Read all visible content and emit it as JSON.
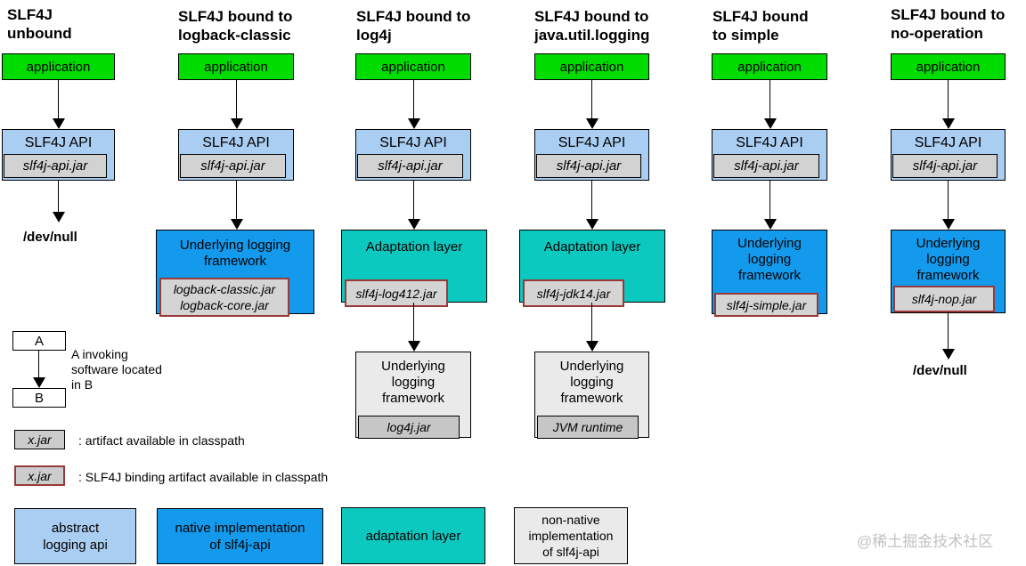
{
  "columns": [
    {
      "title": "SLF4J\nunbound",
      "application": "application",
      "api": "SLF4J API",
      "api_jar": "slf4j-api.jar",
      "sink": "/dev/null"
    },
    {
      "title": "SLF4J bound to\nlogback-classic",
      "application": "application",
      "api": "SLF4J API",
      "api_jar": "slf4j-api.jar",
      "framework": "Underlying logging\nframework",
      "framework_jars": "logback-classic.jar\nlogback-core.jar"
    },
    {
      "title": "SLF4J bound to\nlog4j",
      "application": "application",
      "api": "SLF4J API",
      "api_jar": "slf4j-api.jar",
      "adaptation": "Adaptation layer",
      "adaptation_jar": "slf4j-log412.jar",
      "framework": "Underlying\nlogging\nframework",
      "framework_jar": "log4j.jar"
    },
    {
      "title": "SLF4J bound to\njava.util.logging",
      "application": "application",
      "api": "SLF4J API",
      "api_jar": "slf4j-api.jar",
      "adaptation": "Adaptation layer",
      "adaptation_jar": "slf4j-jdk14.jar",
      "framework": "Underlying\nlogging\nframework",
      "framework_jar": "JVM runtime"
    },
    {
      "title": "SLF4J bound\nto simple",
      "application": "application",
      "api": "SLF4J API",
      "api_jar": "slf4j-api.jar",
      "framework": "Underlying\nlogging\nframework",
      "framework_jar": "slf4j-simple.jar"
    },
    {
      "title": "SLF4J bound to\nno-operation",
      "application": "application",
      "api": "SLF4J API",
      "api_jar": "slf4j-api.jar",
      "framework": "Underlying\nlogging\nframework",
      "framework_jar": "slf4j-nop.jar",
      "sink": "/dev/null"
    }
  ],
  "legend": {
    "a_label": "A",
    "b_label": "B",
    "invoke_text": "A invoking\nsoftware located\nin B",
    "xjar_label": "x.jar",
    "artifact_text": ": artifact available in classpath",
    "binding_text": ": SLF4J binding artifact available in classpath",
    "categories": [
      {
        "label": "abstract\nlogging api",
        "color": "#aacdf2"
      },
      {
        "label": "native implementation\nof slf4j-api",
        "color": "#149aec"
      },
      {
        "label": "adaptation layer",
        "color": "#0cc9c0"
      },
      {
        "label": "non-native\nimplementation\nof slf4j-api",
        "color": "#eaeaea"
      }
    ]
  },
  "colors": {
    "application": "#00dc00",
    "slf4j_api": "#aacdf2",
    "jar_badge": "#d2d2d2",
    "native_implementation": "#149aec",
    "adaptation_layer": "#0cc9c0",
    "non_native_implementation": "#eaeaea",
    "binding_border": "#993a3a"
  },
  "watermark": "@稀土掘金技术社区"
}
